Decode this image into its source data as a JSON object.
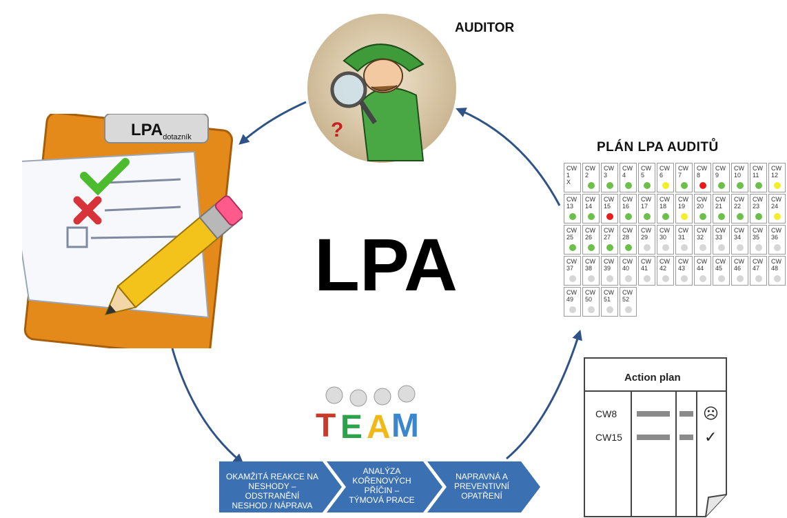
{
  "center_label": "LPA",
  "auditor": {
    "label": "AUDITOR",
    "icon": "detective-magnifier-icon"
  },
  "questionnaire": {
    "title_main": "LPA",
    "title_sub": "dotazník"
  },
  "plan": {
    "title": "PLÁN LPA AUDITŮ",
    "prefix": "CW",
    "weeks": [
      {
        "n": "1",
        "mark": "X",
        "status": "none"
      },
      {
        "n": "2",
        "status": "green"
      },
      {
        "n": "3",
        "status": "green"
      },
      {
        "n": "4",
        "status": "green"
      },
      {
        "n": "5",
        "status": "green"
      },
      {
        "n": "6",
        "status": "yellow"
      },
      {
        "n": "7",
        "status": "green"
      },
      {
        "n": "8",
        "status": "red"
      },
      {
        "n": "9",
        "status": "green"
      },
      {
        "n": "10",
        "status": "green"
      },
      {
        "n": "11",
        "status": "green"
      },
      {
        "n": "12",
        "status": "yellow"
      },
      {
        "n": "13",
        "status": "green"
      },
      {
        "n": "14",
        "status": "green"
      },
      {
        "n": "15",
        "status": "red"
      },
      {
        "n": "16",
        "status": "green"
      },
      {
        "n": "17",
        "status": "green"
      },
      {
        "n": "18",
        "status": "green"
      },
      {
        "n": "19",
        "status": "yellow"
      },
      {
        "n": "20",
        "status": "green"
      },
      {
        "n": "21",
        "status": "green"
      },
      {
        "n": "22",
        "status": "green"
      },
      {
        "n": "23",
        "status": "green"
      },
      {
        "n": "24",
        "status": "yellow"
      },
      {
        "n": "25",
        "status": "green"
      },
      {
        "n": "26",
        "status": "green"
      },
      {
        "n": "27",
        "status": "green"
      },
      {
        "n": "28",
        "status": "green"
      },
      {
        "n": "29",
        "status": "grey"
      },
      {
        "n": "30",
        "status": "grey"
      },
      {
        "n": "31",
        "status": "grey"
      },
      {
        "n": "32",
        "status": "grey"
      },
      {
        "n": "33",
        "status": "grey"
      },
      {
        "n": "34",
        "status": "grey"
      },
      {
        "n": "35",
        "status": "grey"
      },
      {
        "n": "36",
        "status": "grey"
      },
      {
        "n": "37",
        "status": "grey"
      },
      {
        "n": "38",
        "status": "grey"
      },
      {
        "n": "39",
        "status": "grey"
      },
      {
        "n": "40",
        "status": "grey"
      },
      {
        "n": "41",
        "status": "grey"
      },
      {
        "n": "42",
        "status": "grey"
      },
      {
        "n": "43",
        "status": "grey"
      },
      {
        "n": "44",
        "status": "grey"
      },
      {
        "n": "45",
        "status": "grey"
      },
      {
        "n": "46",
        "status": "grey"
      },
      {
        "n": "47",
        "status": "grey"
      },
      {
        "n": "48",
        "status": "grey"
      },
      {
        "n": "49",
        "status": "grey"
      },
      {
        "n": "50",
        "status": "grey"
      },
      {
        "n": "51",
        "status": "grey"
      },
      {
        "n": "52",
        "status": "grey"
      }
    ],
    "status_colors": {
      "green": "#6cc04a",
      "yellow": "#f4ee2a",
      "red": "#e81c1c",
      "grey": "#d6d6d6"
    }
  },
  "action_plan": {
    "title": "Action plan",
    "rows": [
      {
        "label": "CW8",
        "status_icon": "sad-face-icon",
        "symbol": "☹"
      },
      {
        "label": "CW15",
        "status_icon": "checkmark-icon",
        "symbol": "✓"
      }
    ]
  },
  "team": {
    "label": "TEAM"
  },
  "process_steps": [
    {
      "lines": [
        "OKAMŽITÁ REAKCE NA",
        "NESHODY – ODSTRANĚNÍ",
        "NESHOD / NÁPRAVA"
      ]
    },
    {
      "lines": [
        "ANALÝZA",
        "KOŘENOVÝCH",
        "PŘÍČIN –",
        "TÝMOVÁ PRACE"
      ]
    },
    {
      "lines": [
        "NAPRAVNÁ A",
        "PREVENTIVNÍ",
        "OPATŘENÍ"
      ]
    }
  ],
  "colors": {
    "arrow": "#2f5387",
    "chevron": "#3b70b3",
    "clipboard": "#e38a1a",
    "pencil": "#f3c21b"
  }
}
